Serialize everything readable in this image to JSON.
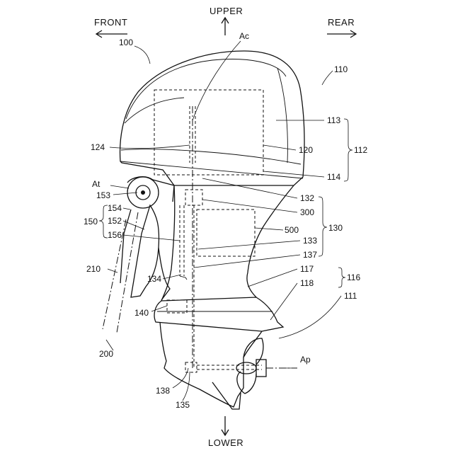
{
  "directions": {
    "front": "FRONT",
    "upper": "UPPER",
    "rear": "REAR",
    "lower": "LOWER"
  },
  "labels": {
    "l100": "100",
    "l110": "110",
    "l111": "111",
    "l112": "112",
    "l113": "113",
    "l114": "114",
    "l116": "116",
    "l117": "117",
    "l118": "118",
    "l120": "120",
    "l124": "124",
    "l130": "130",
    "l132": "132",
    "l133": "133",
    "l134": "134",
    "l135": "135",
    "l137": "137",
    "l138": "138",
    "l140": "140",
    "l150": "150",
    "l152": "152",
    "l153": "153",
    "l154": "154",
    "l156": "156",
    "l200": "200",
    "l210": "210",
    "l300": "300",
    "l500": "500",
    "lAc": "Ac",
    "lAt": "At",
    "lAp": "Ap"
  }
}
